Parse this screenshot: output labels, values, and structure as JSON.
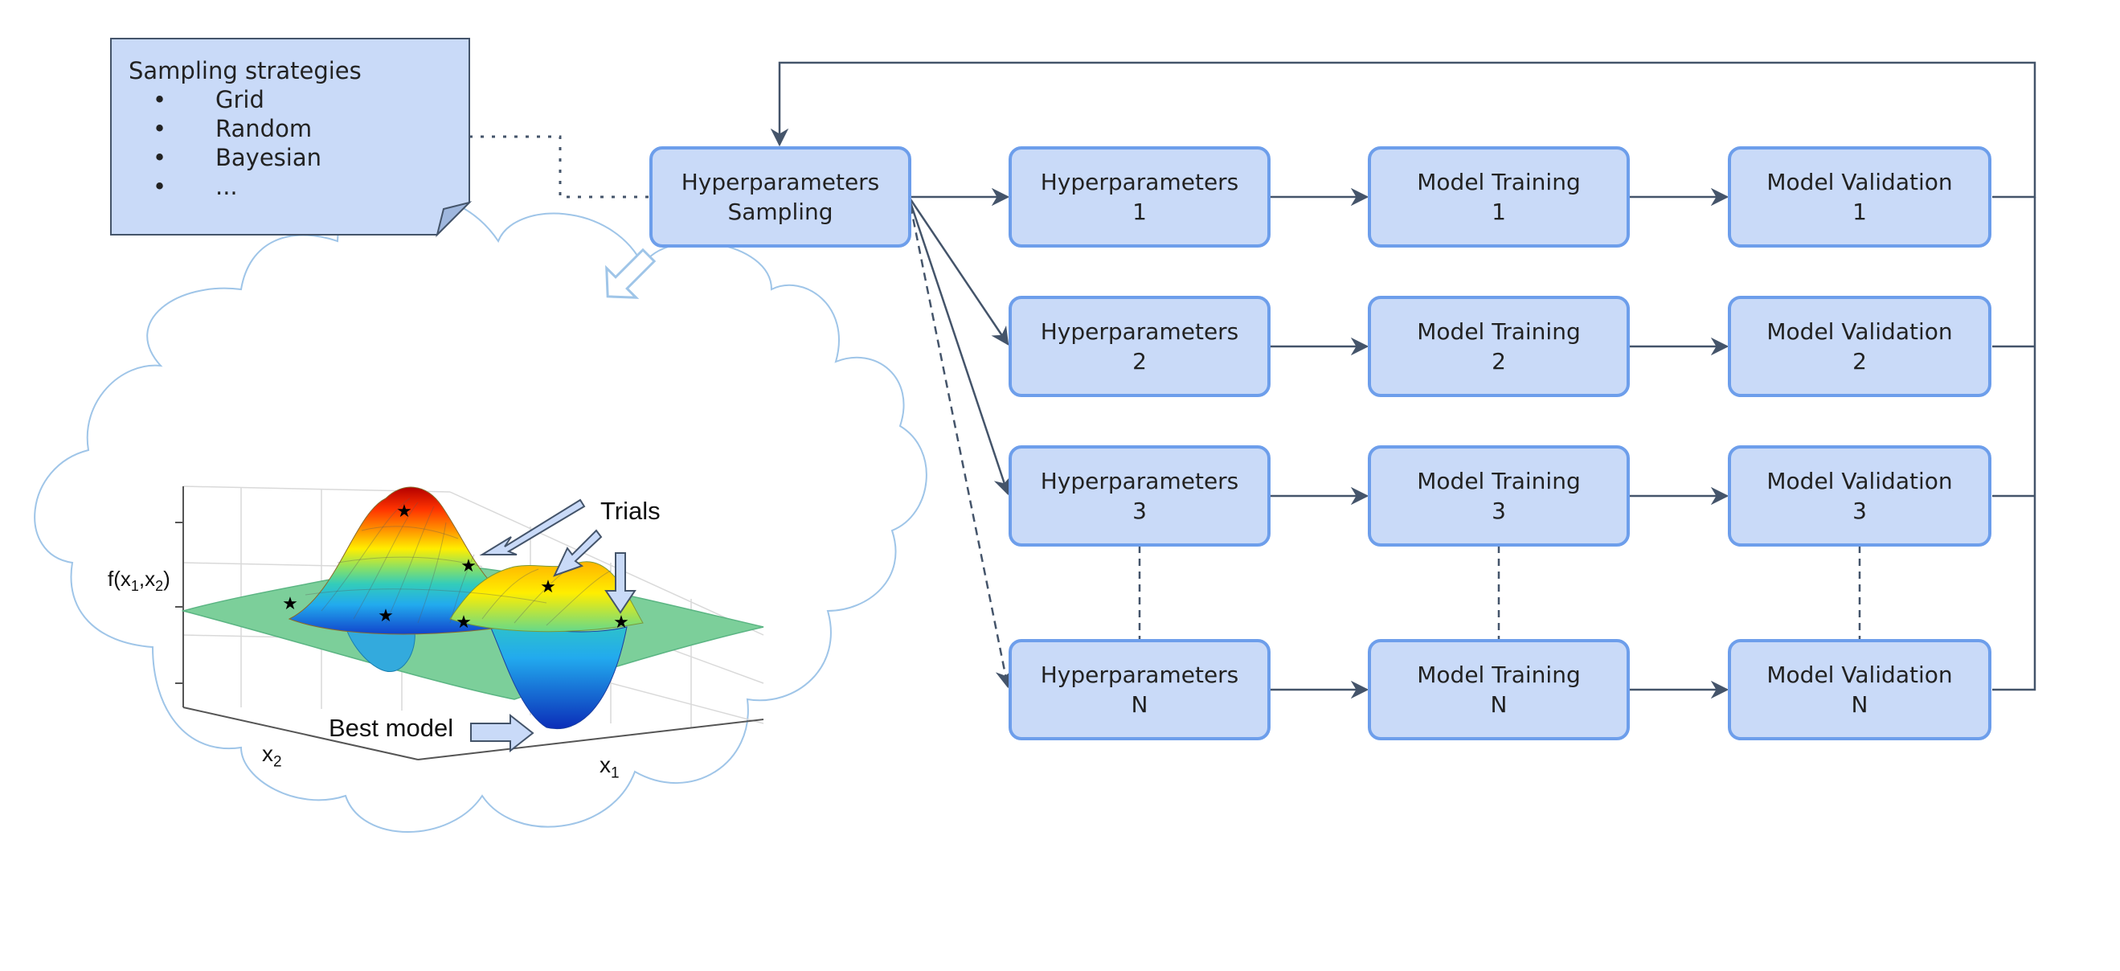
{
  "note": {
    "title": "Sampling strategies",
    "items": [
      "Grid",
      "Random",
      "Bayesian",
      "..."
    ],
    "bullet": "•"
  },
  "sampler": {
    "line1": "Hyperparameters",
    "line2": "Sampling"
  },
  "rows": [
    {
      "hp": "Hyperparameters",
      "train": "Model Training",
      "val": "Model Validation",
      "index": "1"
    },
    {
      "hp": "Hyperparameters",
      "train": "Model Training",
      "val": "Model Validation",
      "index": "2"
    },
    {
      "hp": "Hyperparameters",
      "train": "Model Training",
      "val": "Model Validation",
      "index": "3"
    },
    {
      "hp": "Hyperparameters",
      "train": "Model Training",
      "val": "Model Validation",
      "index": "N"
    }
  ],
  "plot": {
    "ylabel": "f(x",
    "ylabel_sub1": "1",
    "ylabel_mid": ",x",
    "ylabel_sub2": "2",
    "ylabel_end": ")",
    "x1_label": "x",
    "x1_sub": "1",
    "x2_label": "x",
    "x2_sub": "2",
    "trials_label": "Trials",
    "best_label": "Best model"
  },
  "colors": {
    "box_fill": "#c9daf8",
    "box_border": "#6d9eeb",
    "connector": "#44546a",
    "cloud": "#9fc5e8"
  }
}
